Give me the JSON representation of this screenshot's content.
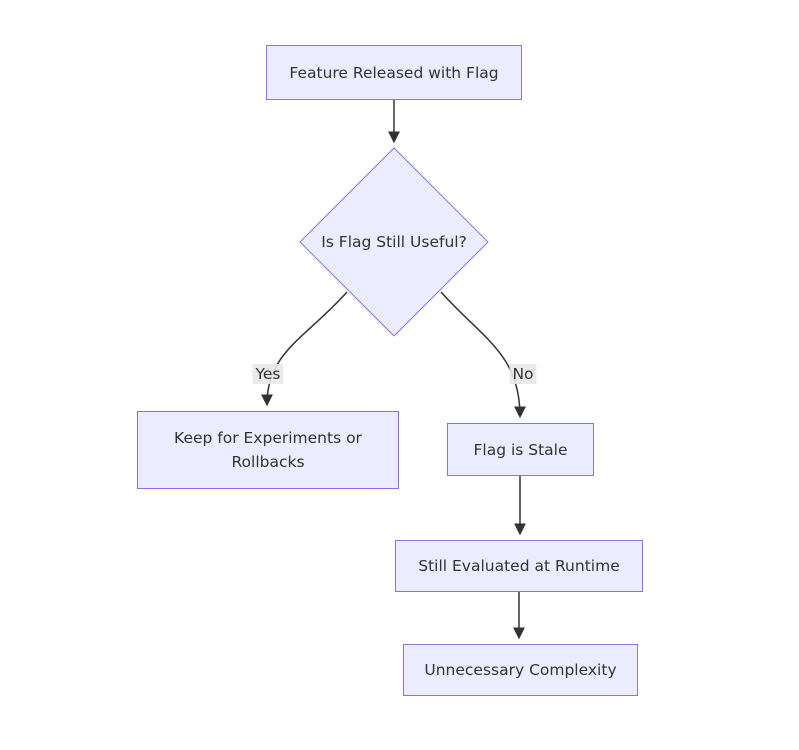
{
  "diagram": {
    "type": "flowchart",
    "direction": "top-down",
    "colors": {
      "background": "#ffffff",
      "node_fill": "#ECECFF",
      "node_border": "#9370DB",
      "node_text": "#333333",
      "edge_stroke": "#333333",
      "edge_label_bg": "#e8e8e8"
    },
    "nodes": [
      {
        "id": "feature-released",
        "shape": "rect",
        "label": "Feature Released with Flag"
      },
      {
        "id": "is-flag-useful",
        "shape": "diamond",
        "label": "Is Flag Still Useful?"
      },
      {
        "id": "keep-experiments",
        "shape": "rect",
        "label": "Keep for Experiments or Rollbacks"
      },
      {
        "id": "flag-stale",
        "shape": "rect",
        "label": "Flag is Stale"
      },
      {
        "id": "still-evaluated",
        "shape": "rect",
        "label": "Still Evaluated at Runtime"
      },
      {
        "id": "unnecessary",
        "shape": "rect",
        "label": "Unnecessary Complexity"
      }
    ],
    "edges": [
      {
        "from": "feature-released",
        "to": "is-flag-useful",
        "label": ""
      },
      {
        "from": "is-flag-useful",
        "to": "keep-experiments",
        "label": "Yes"
      },
      {
        "from": "is-flag-useful",
        "to": "flag-stale",
        "label": "No"
      },
      {
        "from": "flag-stale",
        "to": "still-evaluated",
        "label": ""
      },
      {
        "from": "still-evaluated",
        "to": "unnecessary",
        "label": ""
      }
    ]
  }
}
